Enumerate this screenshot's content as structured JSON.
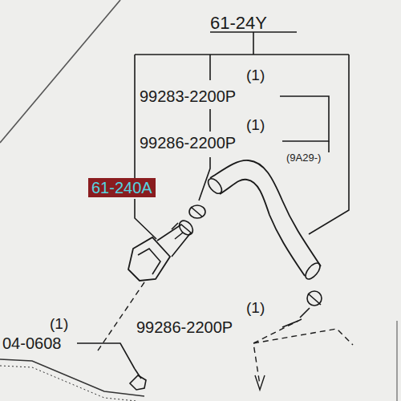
{
  "diagram": {
    "nodes": [
      {
        "text": [
          "61-240A"
        ]
      }
    ],
    "labels": [
      "61-24Y",
      "(1)",
      "99283-2200P",
      "(1)",
      "99286-2200P",
      "(9A29-)",
      "(1)",
      "99286-2200P",
      "(1)",
      "04-0608"
    ]
  }
}
